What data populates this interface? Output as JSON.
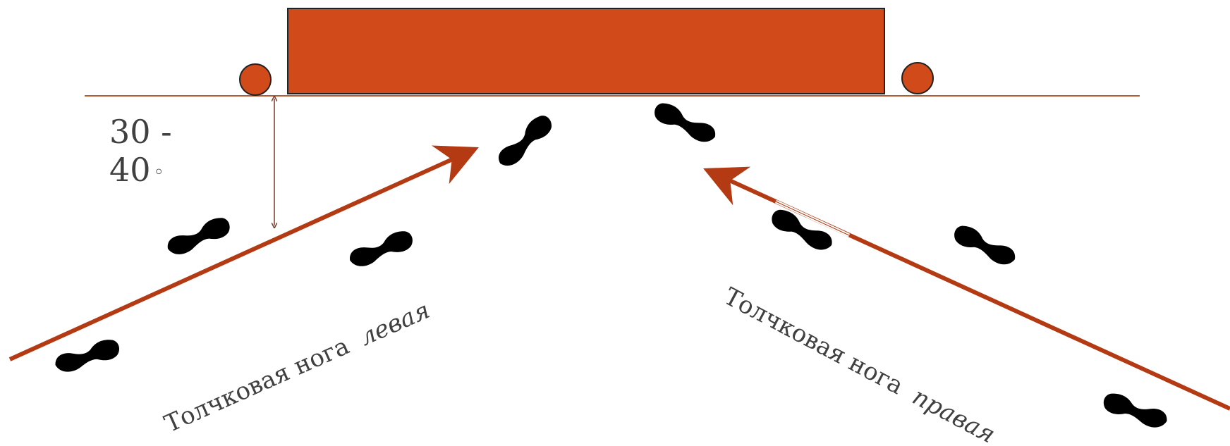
{
  "angle": {
    "line1": "30 -",
    "line2": "40",
    "unit_symbol": "◦"
  },
  "approach_left": {
    "caption_main": "Толчковая нога",
    "caption_foot": "левая"
  },
  "approach_right": {
    "caption_main": "Толчковая нога",
    "caption_foot": "правая"
  },
  "colors": {
    "bar": "#D04A1A",
    "ground_line": "#B85A30",
    "arrow": "#B33A12",
    "footprint": "#000000",
    "text": "#404040",
    "measure_line": "#7A3A2A"
  },
  "icons": {
    "footprint": "footprint-icon",
    "stand": "stand-post-icon"
  }
}
